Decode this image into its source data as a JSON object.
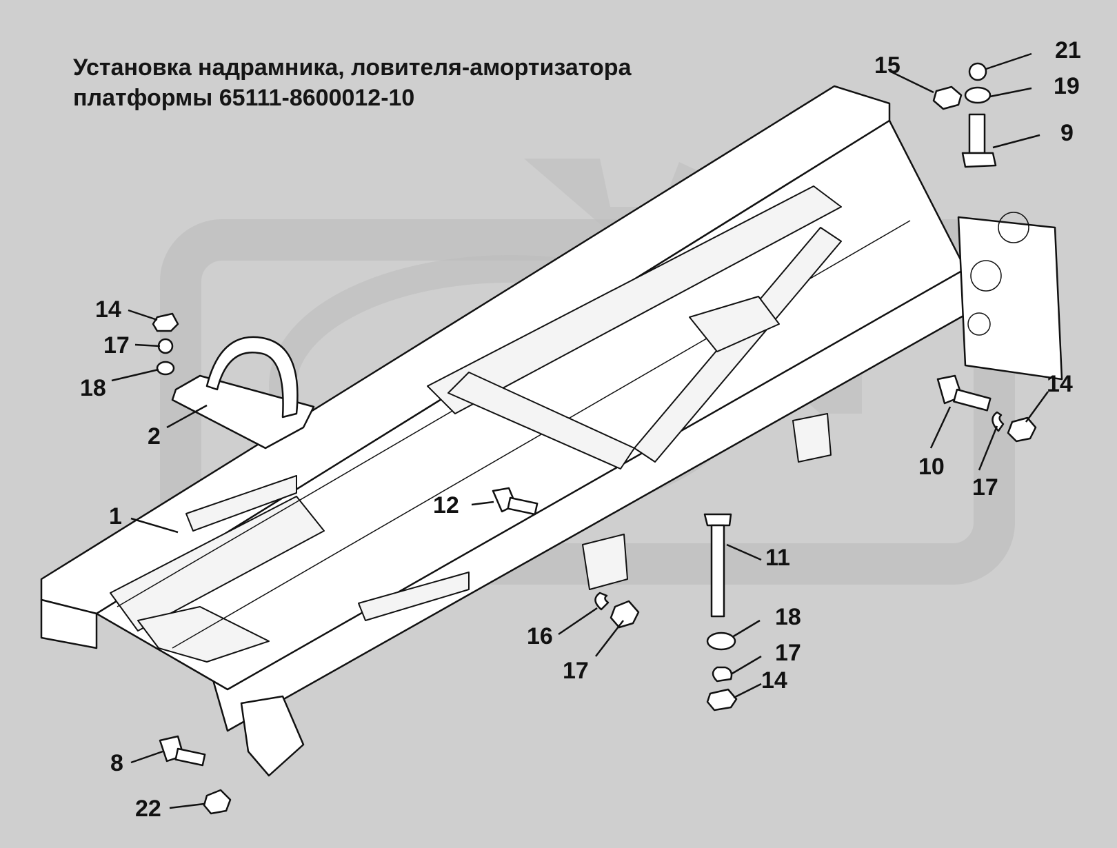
{
  "title": {
    "line1": "Установка надрамника, ловителя-амортизатора",
    "line2": "платформы 65111-8600012-10"
  },
  "callouts": [
    {
      "id": "c21",
      "text": "21"
    },
    {
      "id": "c15",
      "text": "15"
    },
    {
      "id": "c19",
      "text": "19"
    },
    {
      "id": "c9",
      "text": "9"
    },
    {
      "id": "c14a",
      "text": "14"
    },
    {
      "id": "c17a",
      "text": "17"
    },
    {
      "id": "c18a",
      "text": "18"
    },
    {
      "id": "c2",
      "text": "2"
    },
    {
      "id": "c14b",
      "text": "14"
    },
    {
      "id": "c10",
      "text": "10"
    },
    {
      "id": "c17b",
      "text": "17"
    },
    {
      "id": "c12",
      "text": "12"
    },
    {
      "id": "c1",
      "text": "1"
    },
    {
      "id": "c11",
      "text": "11"
    },
    {
      "id": "c18b",
      "text": "18"
    },
    {
      "id": "c16",
      "text": "16"
    },
    {
      "id": "c17c",
      "text": "17"
    },
    {
      "id": "c17d",
      "text": "17"
    },
    {
      "id": "c14c",
      "text": "14"
    },
    {
      "id": "c8",
      "text": "8"
    },
    {
      "id": "c22",
      "text": "22"
    }
  ],
  "colors": {
    "background": "#cfcfcf",
    "watermark": "#bdbdbd",
    "line": "#111111",
    "part_fill": "#ffffff"
  }
}
